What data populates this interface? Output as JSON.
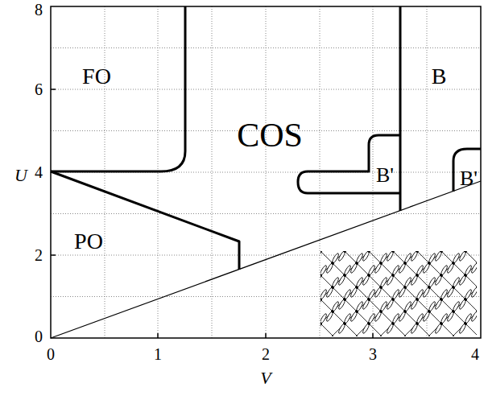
{
  "diagram": {
    "labels": [
      "8",
      "6",
      "4",
      "2",
      "0",
      "0",
      "1",
      "2",
      "3",
      "4",
      "U",
      "V",
      "FO",
      "COS",
      "PO",
      "B",
      "B'",
      "B'"
    ]
  }
}
